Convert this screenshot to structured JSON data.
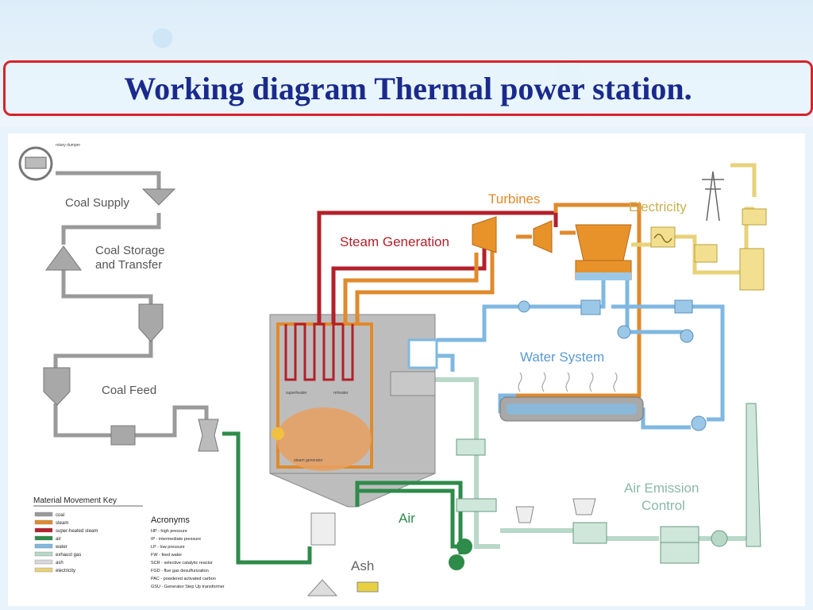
{
  "title": "Working diagram Thermal power station.",
  "sections": {
    "coal_supply": "Coal Supply",
    "coal_storage_line1": "Coal Storage",
    "coal_storage_line2": "and Transfer",
    "coal_feed": "Coal Feed",
    "steam_generation": "Steam Generation",
    "turbines": "Turbines",
    "electricity": "Electricity",
    "water_system": "Water System",
    "air": "Air",
    "ash": "Ash",
    "air_emission_line1": "Air Emission",
    "air_emission_line2": "Control"
  },
  "key": {
    "title": "Material Movement Key",
    "items": [
      {
        "label": "coal",
        "color": "#9a9a9a"
      },
      {
        "label": "steam",
        "color": "#e08a2c"
      },
      {
        "label": "super-heated steam",
        "color": "#b3202a"
      },
      {
        "label": "air",
        "color": "#2e8b4a"
      },
      {
        "label": "water",
        "color": "#7fb8e0"
      },
      {
        "label": "exhaust gas",
        "color": "#b8d8c8"
      },
      {
        "label": "ash",
        "color": "#d8d8d8"
      },
      {
        "label": "electricity",
        "color": "#e8d27a"
      }
    ]
  },
  "acronyms": {
    "title": "Acronyms",
    "items": [
      "HP - high pressure",
      "IP - intermediate pressure",
      "LP - low pressure",
      "FW - feed water",
      "SCR - selective catalytic reactor",
      "FGD - flue gas desulfurization",
      "PAC - powdered activated carbon",
      "GSU - Generator Step Up transformer"
    ]
  },
  "colors": {
    "coal": "#9a9a9a",
    "steam": "#e08a2c",
    "superheated": "#b3202a",
    "air": "#2e8b4a",
    "water": "#7fb8e0",
    "exhaust": "#b8d8c8",
    "electricity": "#e8d27a",
    "title_border": "#d8232a",
    "title_text": "#1a2a8c"
  }
}
